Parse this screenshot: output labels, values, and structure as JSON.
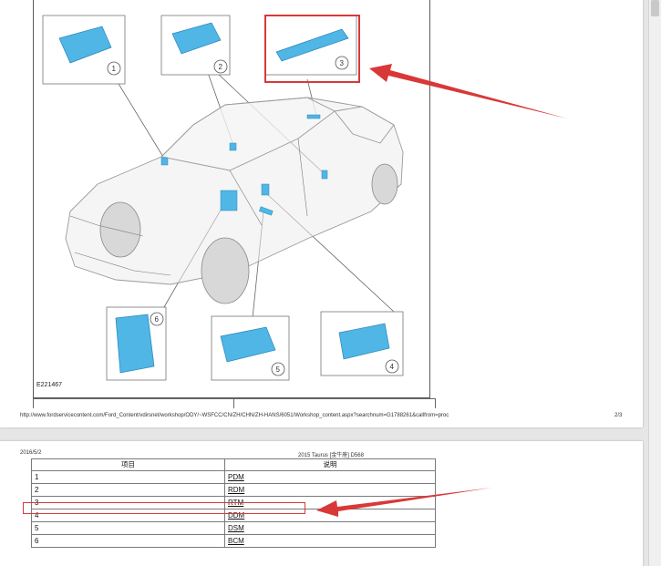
{
  "figure": {
    "id": "E221467",
    "callouts": [
      "1",
      "2",
      "3",
      "4",
      "5",
      "6"
    ]
  },
  "footer": {
    "url": "http://www.fordservicecontent.com/Ford_Content/vdirsnet/workshop/ODY/~WSFCC/CN/ZH/CHN/ZH-HANS/6051/Workshop_content.aspx?searchnum=G1788261&callfrom=proc",
    "page": "2/3"
  },
  "page2_header": {
    "date": "2016/5/2",
    "title": "2015 Taurus [金牛座] D568"
  },
  "table": {
    "headers": [
      "项目",
      "说明"
    ],
    "rows": [
      {
        "item": "1",
        "desc": "PDM"
      },
      {
        "item": "2",
        "desc": "RDM"
      },
      {
        "item": "3",
        "desc": "RTM"
      },
      {
        "item": "4",
        "desc": "DDM"
      },
      {
        "item": "5",
        "desc": "DSM"
      },
      {
        "item": "6",
        "desc": "BCM"
      }
    ]
  },
  "colors": {
    "highlight": "#d93838",
    "module_blue": "#4fb6e6"
  }
}
